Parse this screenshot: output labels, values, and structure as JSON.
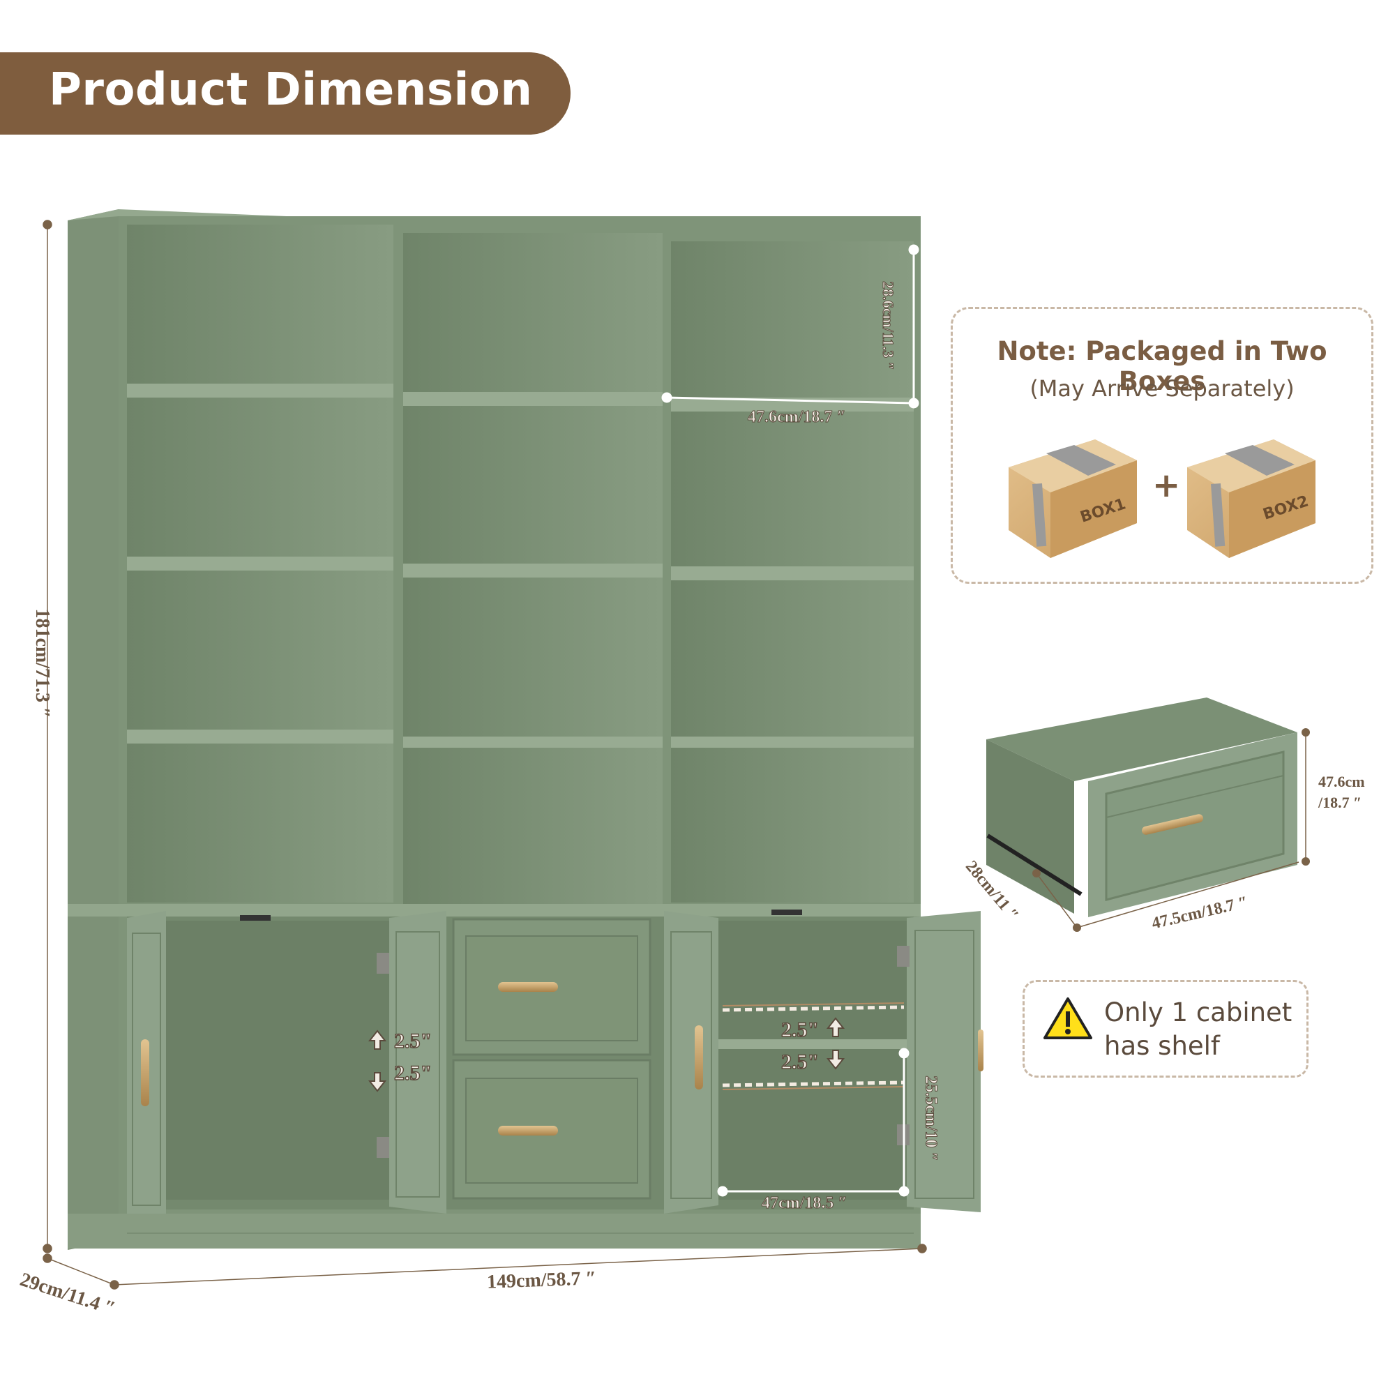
{
  "header": {
    "title": "Product Dimension"
  },
  "note": {
    "title": "Note: Packaged in Two Boxes",
    "subtitle": "(May Arrive Separately)",
    "box1_label": "BOX1",
    "box2_label": "BOX2",
    "plus": "+"
  },
  "shelf_note": {
    "text": "Only 1 cabinet has shelf"
  },
  "dimensions": {
    "height": "181cm/71.3 ″",
    "width": "149cm/58.7 ″",
    "depth": "29cm/11.4 ″",
    "cube_height": "28.6cm/11.3 ″",
    "cube_width": "47.6cm/18.7 ″",
    "cabinet_height": "25.5cm/10 ″",
    "cabinet_width": "47cm/18.5 ″",
    "drawer_height": "47.6cm",
    "drawer_height_in": "/18.7 ″",
    "drawer_depth": "28cm/11 ″",
    "drawer_width": "47.5cm/18.7 ″",
    "shelf_adjust_up": "2.5\"",
    "shelf_adjust_down": "2.5\""
  },
  "colors": {
    "banner": "#7f5d3e",
    "cabinet_green": "#7f9479",
    "cabinet_dark": "#6a7d65",
    "handle_gold": "#c9a46a",
    "cardboard": "#d8b47e"
  },
  "icons": [
    "warning-icon",
    "box-icon",
    "arrow-up-icon",
    "arrow-down-icon"
  ]
}
